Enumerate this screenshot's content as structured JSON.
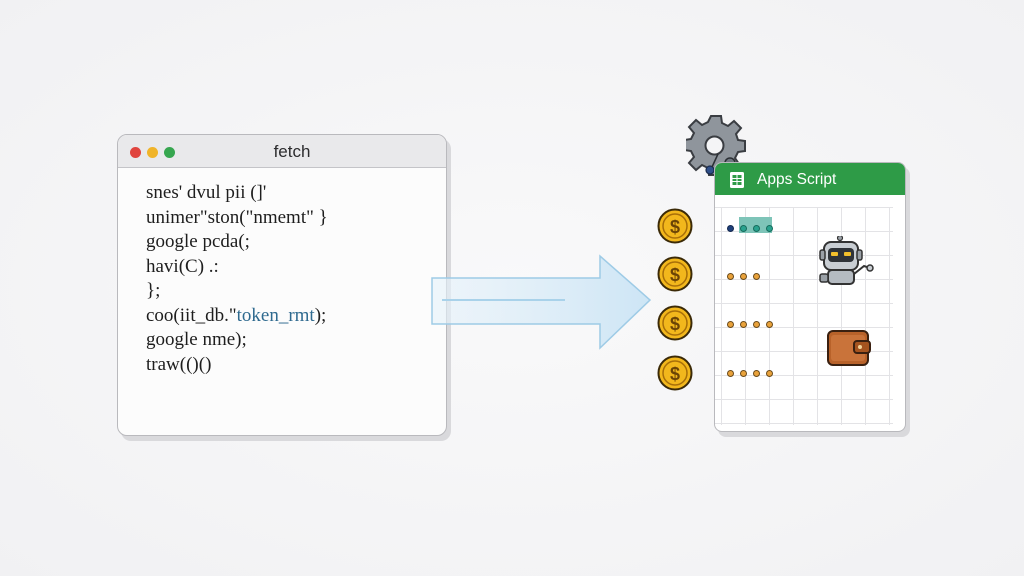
{
  "code_window": {
    "title": "fetch",
    "lines": [
      "snes' dvul pii (]'",
      "unimer\"ston(\"nmemt\" }",
      "google pcda(;",
      "havi(C) .:",
      "};",
      "coo(iit_db.\"",
      "google nme);",
      "traw(()()"
    ],
    "line6_highlight": "token_rmt",
    "line6_tail": ");"
  },
  "sheet_window": {
    "title": "Apps Script"
  },
  "icons": {
    "gear": "gear-icon",
    "coin": "dollar-coin-icon",
    "robot": "robot-icon",
    "wallet": "wallet-icon",
    "sheet": "spreadsheet-icon",
    "arrow": "right-arrow-icon"
  },
  "colors": {
    "header_green": "#2e9b47",
    "coin_gold": "#f2b71c",
    "arrow_blue": "#cfe6f5"
  }
}
